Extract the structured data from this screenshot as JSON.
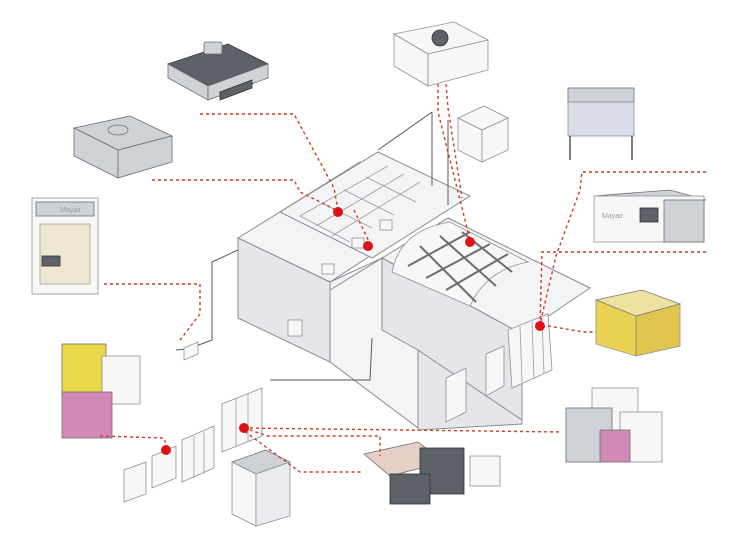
{
  "diagram": {
    "brand_text": "Mayair",
    "colors": {
      "leader_line": "#d23a1e",
      "hub_dot": "#e0101a",
      "background": "#ffffff",
      "filter_yellow": "#e8d84a",
      "filter_pink": "#d48ab8",
      "curtain_yellow": "#e6c92a"
    },
    "products": [
      {
        "id": "ffu-flat",
        "icon": "fan-filter-unit-icon"
      },
      {
        "id": "ffu-fan",
        "icon": "fan-filter-unit-top-icon"
      },
      {
        "id": "hepa-box",
        "icon": "hepa-box-icon"
      },
      {
        "id": "laminar-flow-hood",
        "icon": "laminar-flow-hood-icon"
      },
      {
        "id": "air-handler-cabinet",
        "icon": "air-handler-icon"
      },
      {
        "id": "weighing-booth",
        "icon": "weighing-booth-icon"
      },
      {
        "id": "softwall-cleanroom",
        "icon": "softwall-cleanroom-icon"
      },
      {
        "id": "bag-filters",
        "icon": "bag-filter-icon"
      },
      {
        "id": "panel-filters",
        "icon": "panel-filter-icon"
      },
      {
        "id": "minipleat-filter",
        "icon": "minipleat-filter-icon"
      },
      {
        "id": "air-shower-units",
        "icon": "air-shower-icon"
      },
      {
        "id": "vent-unit",
        "icon": "vent-unit-icon"
      }
    ]
  }
}
